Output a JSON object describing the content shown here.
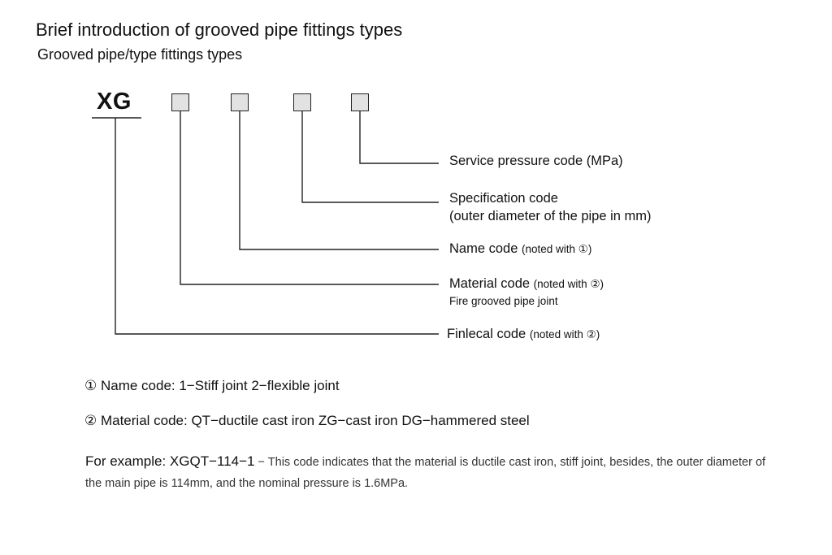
{
  "header": {
    "title": "Brief introduction of grooved pipe fittings types",
    "subtitle": "Grooved pipe/type fittings types"
  },
  "code": {
    "prefix": "XG"
  },
  "labels": {
    "service_pressure": "Service pressure code (MPa)",
    "specification_line1": "Specification code",
    "specification_line2": "(outer diameter of the pipe in mm)",
    "name_code": "Name code",
    "name_note": "(noted with ①)",
    "material_code": "Material code",
    "material_note": "(noted with ②)",
    "material_sub": "Fire grooved pipe joint",
    "finlecal_code": "Finlecal code",
    "finlecal_note": "(noted with ②)"
  },
  "legend": {
    "item1": "① Name code: 1−Stiff joint   2−flexible joint",
    "item2": "② Material code: QT−ductile cast iron   ZG−cast iron   DG−hammered steel"
  },
  "example": {
    "lead": "For example: XGQT−114−1",
    "text": " − This code indicates that the material is ductile cast iron, stiff joint, besides, the outer diameter of the main pipe is 114mm, and the nominal pressure is 1.6MPa."
  }
}
